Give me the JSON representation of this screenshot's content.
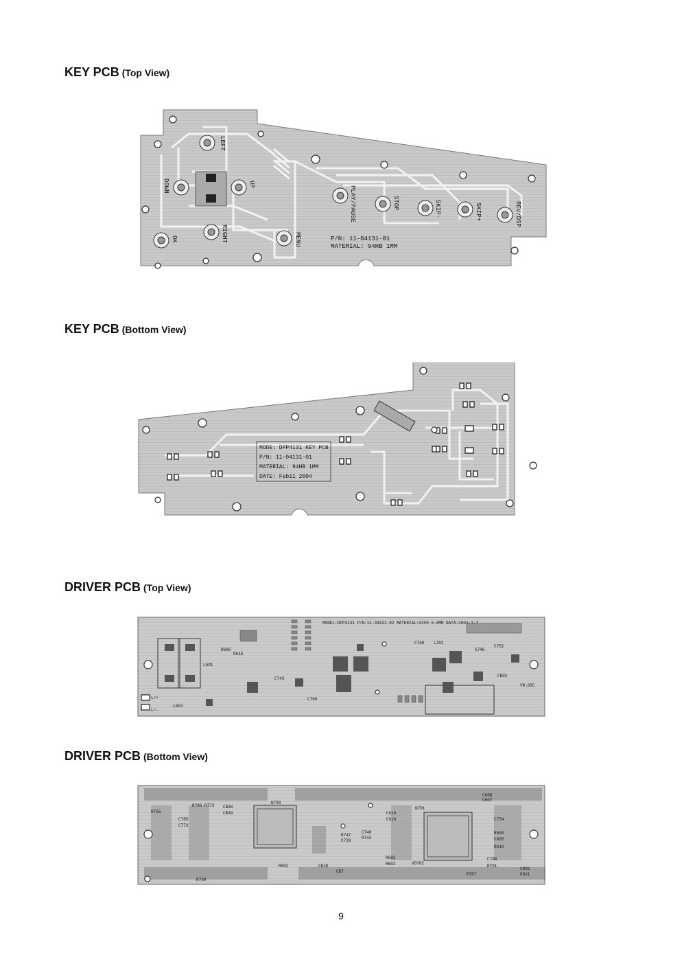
{
  "sections": [
    {
      "title": "KEY PCB",
      "view": "(Top View)"
    },
    {
      "title": "KEY PCB",
      "view": "(Bottom View)"
    },
    {
      "title": "DRIVER PCB",
      "view": "(Top View)"
    },
    {
      "title": "DRIVER PCB",
      "view": "(Bottom View)"
    }
  ],
  "key_top": {
    "labels": {
      "left": "LEFT",
      "down": "DOWN",
      "up": "UP",
      "right": "RIGHT",
      "ok": "OK",
      "menu": "MENU",
      "play_pause": "PLAY/PAUSE",
      "stop": "STOP",
      "skip_minus": "SKIP-",
      "skip_plus": "SKIP+",
      "rev_dsp": "REV/DSP"
    },
    "pn": "P/N: 11-04131-01",
    "material": "MATERIAL: 94HB 1MM"
  },
  "key_bottom": {
    "mode": "MODE: DPP4131 KEY PCB",
    "pn": "P/N: 11-04131-01",
    "material": "MATERIAL: 94HB 1MM",
    "date": "DATE: Feb11 2004"
  },
  "driver_top": {
    "header": "MODEL:DPP4131   P/N:11-04131-02   MATERIAL:94V0 0.8MM   DATA:2004-3-3",
    "labels": {
      "c760": "C760",
      "l701": "L701",
      "c746": "C746",
      "c752": "C752",
      "l601": "L601",
      "c743": "C743",
      "c709": "C709",
      "fb02": "FB02",
      "vr_osc": "VR_OSC",
      "l604": "L604",
      "r608": "R608",
      "r615": "R615"
    },
    "plus": "L/+",
    "minus": "L/-"
  },
  "driver_bottom": {
    "labels": {
      "c607": "C607",
      "c608": "C608",
      "n708": "N708",
      "n701": "N701",
      "c615": "C615",
      "c616": "C616",
      "r747": "R747",
      "r743": "R743",
      "c739": "C739",
      "c740": "C740",
      "vd702": "VD702",
      "c700": "C700",
      "c754": "C754",
      "r609": "R609",
      "c605": "C605",
      "r610": "R610",
      "r701": "R701",
      "c802": "C802",
      "c621": "C621",
      "r602": "R602",
      "r603": "R603",
      "r780": "R780",
      "r773": "R773",
      "cb38": "CB38",
      "cb39": "CB39",
      "c785": "C785",
      "c773": "C773",
      "r709": "R709",
      "cb30": "CB30",
      "r756": "R756",
      "r802": "R802",
      "cb7": "CB7",
      "r707": "R707"
    }
  },
  "page_number": "9"
}
